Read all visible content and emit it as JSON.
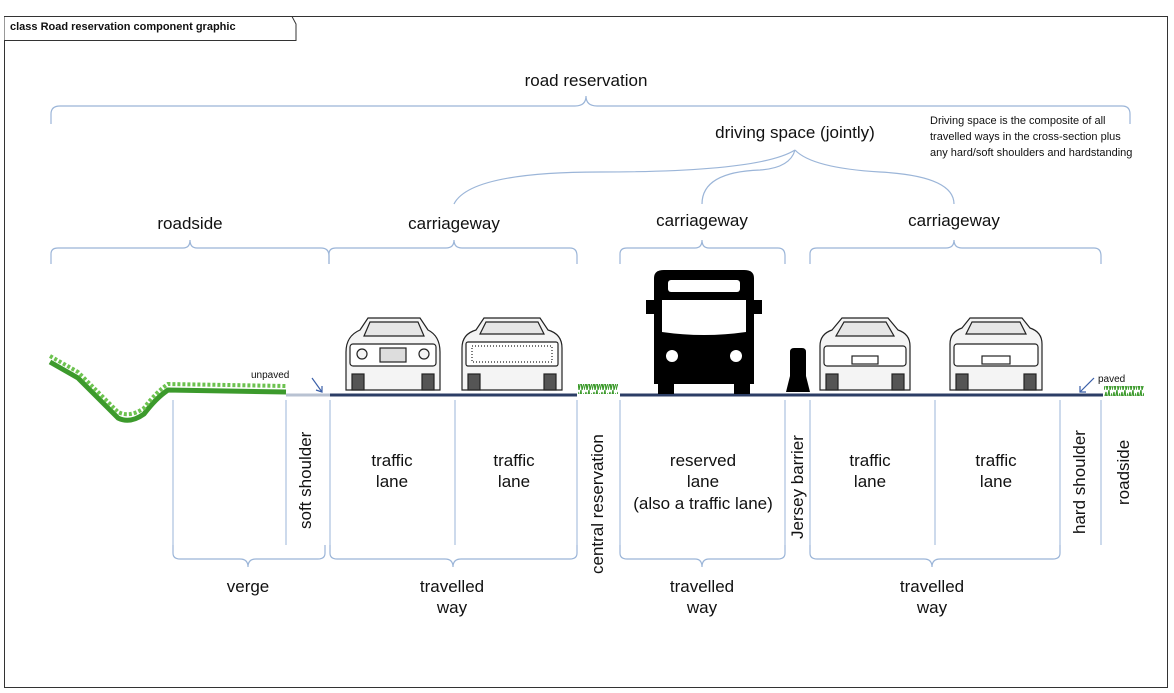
{
  "tab": {
    "title": "class Road reservation component graphic"
  },
  "top": {
    "road_reservation": "road reservation",
    "driving_space": "driving space (jointly)",
    "note": "Driving space is the composite of all travelled ways in the cross-section plus any hard/soft shoulders and hardstanding"
  },
  "mid": {
    "roadside": "roadside",
    "carriageway_1": "carriageway",
    "carriageway_2": "carriageway",
    "carriageway_3": "carriageway"
  },
  "surface": {
    "unpaved": "unpaved",
    "paved": "paved"
  },
  "lanes": {
    "soft_shoulder": "soft shoulder",
    "traffic_lane_1": [
      "traffic",
      "lane"
    ],
    "traffic_lane_2": [
      "traffic",
      "lane"
    ],
    "central_reservation": "central reservation",
    "reserved_lane": [
      "reserved",
      "lane",
      "(also a traffic lane)"
    ],
    "jersey_barrier": "Jersey barrier",
    "traffic_lane_3": [
      "traffic",
      "lane"
    ],
    "traffic_lane_4": [
      "traffic",
      "lane"
    ],
    "hard_shoulder": "hard shoulder",
    "roadside_right": "roadside"
  },
  "bottom": {
    "verge": "verge",
    "travelled_way_1": [
      "travelled",
      "way"
    ],
    "travelled_way_2": [
      "travelled",
      "way"
    ],
    "travelled_way_3": [
      "travelled",
      "way"
    ]
  },
  "colors": {
    "bracket": "#9bb5d8",
    "road": "#2c3e66",
    "grass": "#3c9a2c",
    "vehicle": "#000000",
    "frame": "#333333"
  },
  "icons": [
    "car-front-icon",
    "car-rear-icon",
    "bus-front-icon",
    "jersey-barrier-icon",
    "grass-icon",
    "arrow-icon"
  ]
}
